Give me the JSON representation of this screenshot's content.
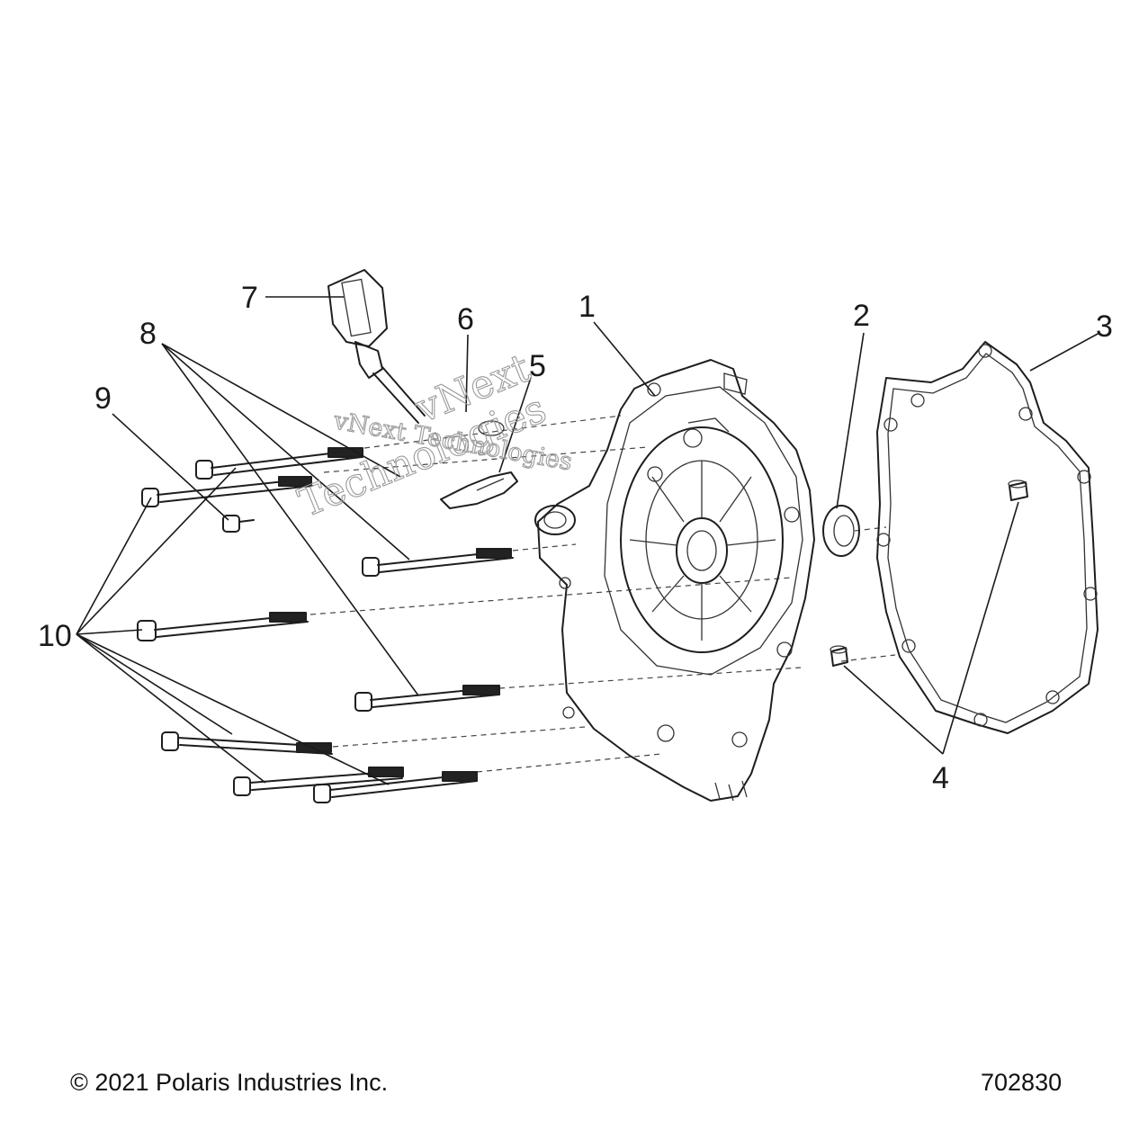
{
  "callouts": {
    "c1": "1",
    "c2": "2",
    "c3": "3",
    "c4": "4",
    "c5": "5",
    "c6": "6",
    "c7": "7",
    "c8": "8",
    "c9": "9",
    "c10": "10"
  },
  "watermark": {
    "line1": "vNext Technologies",
    "line2": "vNext",
    "line3": "Technologies"
  },
  "footer": {
    "copyright": "© 2021 Polaris Industries Inc.",
    "diagram_id": "702830"
  }
}
